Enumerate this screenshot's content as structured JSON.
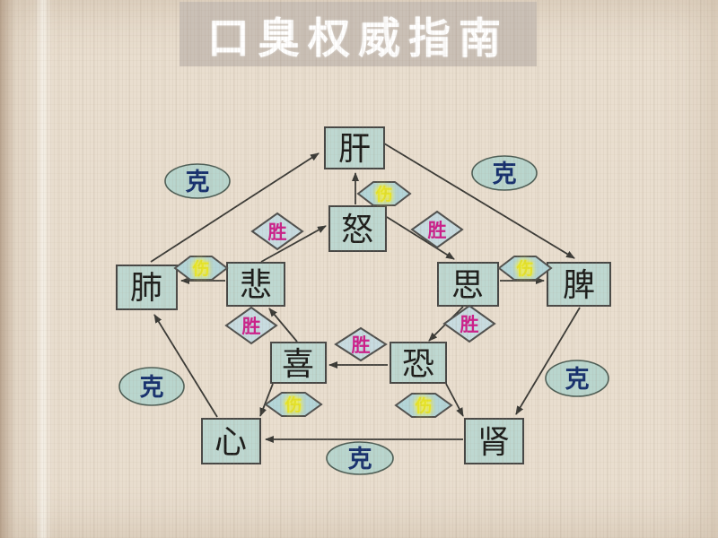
{
  "title": "口臭权威指南",
  "colors": {
    "bg": "#e9decf",
    "band": "#cac0b6",
    "title_text": "#ffffff",
    "node_fill": "#bed8d1",
    "node_border": "#474745",
    "ke_fill": "#b9d6ce",
    "ke_text": "#16306e",
    "sheng_fill": "#c8dce1",
    "sheng_text": "#cc1f8a",
    "shang_fill": "#b4d6d9",
    "shang_text": "#e6e428",
    "arrow": "#3a3a36"
  },
  "diagram": {
    "nodes": {
      "liver": {
        "label": "肝"
      },
      "anger": {
        "label": "怒"
      },
      "lung": {
        "label": "肺"
      },
      "sadness": {
        "label": "悲"
      },
      "thought": {
        "label": "思"
      },
      "spleen": {
        "label": "脾"
      },
      "joy": {
        "label": "喜"
      },
      "fear": {
        "label": "恐"
      },
      "heart": {
        "label": "心"
      },
      "kidney": {
        "label": "肾"
      }
    },
    "ke": {
      "top_left": {
        "label": "克"
      },
      "top_right": {
        "label": "克"
      },
      "left": {
        "label": "克"
      },
      "right": {
        "label": "克"
      },
      "bottom": {
        "label": "克"
      }
    },
    "sheng": {
      "sadness_over_anger": {
        "label": "胜"
      },
      "anger_over_thought": {
        "label": "胜"
      },
      "joy_over_sadness": {
        "label": "胜"
      },
      "thought_over_fear": {
        "label": "胜"
      },
      "fear_over_joy": {
        "label": "胜"
      }
    },
    "shang": {
      "anger_liver": {
        "label": "伤"
      },
      "sadness_lung": {
        "label": "伤"
      },
      "thought_spleen": {
        "label": "伤"
      },
      "joy_heart": {
        "label": "伤"
      },
      "fear_kidney": {
        "label": "伤"
      }
    }
  }
}
